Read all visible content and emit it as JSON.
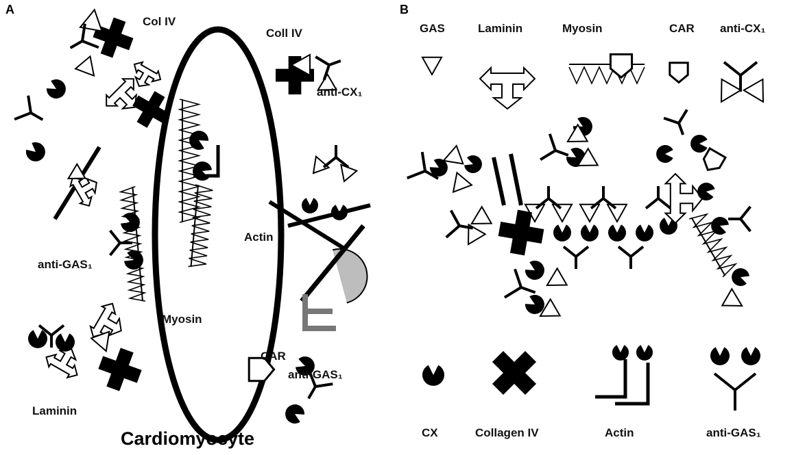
{
  "panel_a": {
    "letter": "A",
    "labels": {
      "col_iv": "Col IV",
      "coll_iv": "Coll IV",
      "anti_cx1": "anti-CX₁",
      "actin": "Actin",
      "anti_gas1_left": "anti-GAS₁",
      "myosin": "Myosin",
      "car": "CAR",
      "anti_gas1_right": "anti-GAS₁",
      "laminin": "Laminin"
    },
    "cell_label": "Cardiomyocyte"
  },
  "panel_b": {
    "letter": "B",
    "legend_top": [
      "GAS",
      "Laminin",
      "Myosin",
      "CAR",
      "anti-CX₁"
    ],
    "legend_bottom": [
      "CX",
      "Collagen IV",
      "Actin",
      "anti-GAS₁"
    ]
  },
  "colors": {
    "ink": "#000000",
    "stipple": "#bdbdbd",
    "background": "#ffffff"
  }
}
